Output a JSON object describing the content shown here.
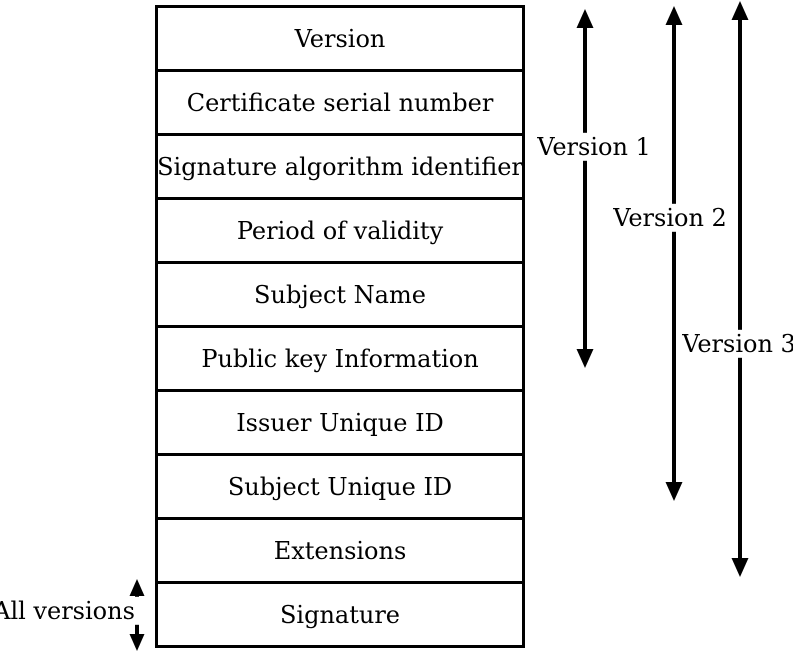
{
  "diagram": {
    "title_implicit": "X.509 certificate format",
    "fields": [
      "Version",
      "Certificate serial number",
      "Signature algorithm identifier",
      "Period of validity",
      "Subject Name",
      "Public key Information",
      "Issuer Unique ID",
      "Subject Unique ID",
      "Extensions",
      "Signature"
    ],
    "annotations": {
      "version1": "Version 1",
      "version2": "Version 2",
      "version3": "Version 3",
      "all_versions": "All versions"
    },
    "colors": {
      "ink": "#000000",
      "paper": "#ffffff"
    }
  }
}
